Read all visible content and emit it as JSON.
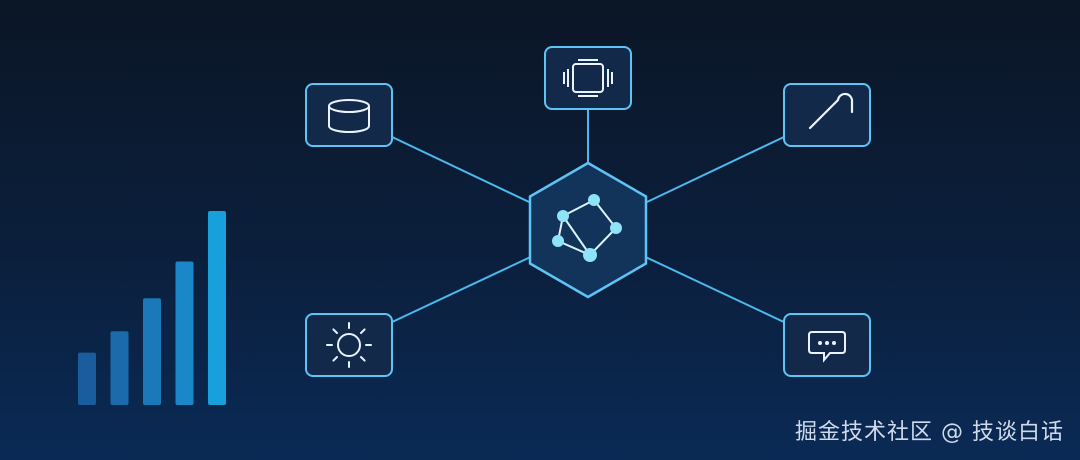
{
  "palette": {
    "line": "#4db8ee",
    "box_fill": "#13294a",
    "box_stroke": "#5ec4f5",
    "icon": "#eaf3ff",
    "node": "#8fe3f7",
    "hex_fill": "#12345a",
    "bars": [
      "#1a5d9e",
      "#1b6aab",
      "#1b78b9",
      "#1a88c8",
      "#18a0dc"
    ]
  },
  "hub": {
    "icon": "network-graph-icon"
  },
  "nodes": [
    {
      "id": "database",
      "icon": "database-cylinder-icon"
    },
    {
      "id": "processor",
      "icon": "cpu-chip-icon"
    },
    {
      "id": "tool",
      "icon": "hook-cane-icon"
    },
    {
      "id": "sun",
      "icon": "sun-icon"
    },
    {
      "id": "chat",
      "icon": "chat-bubble-icon"
    }
  ],
  "bar_levels": [
    0.27,
    0.38,
    0.55,
    0.74,
    1.0
  ],
  "watermark": {
    "text": "掘金技术社区 @ 技谈白话"
  }
}
